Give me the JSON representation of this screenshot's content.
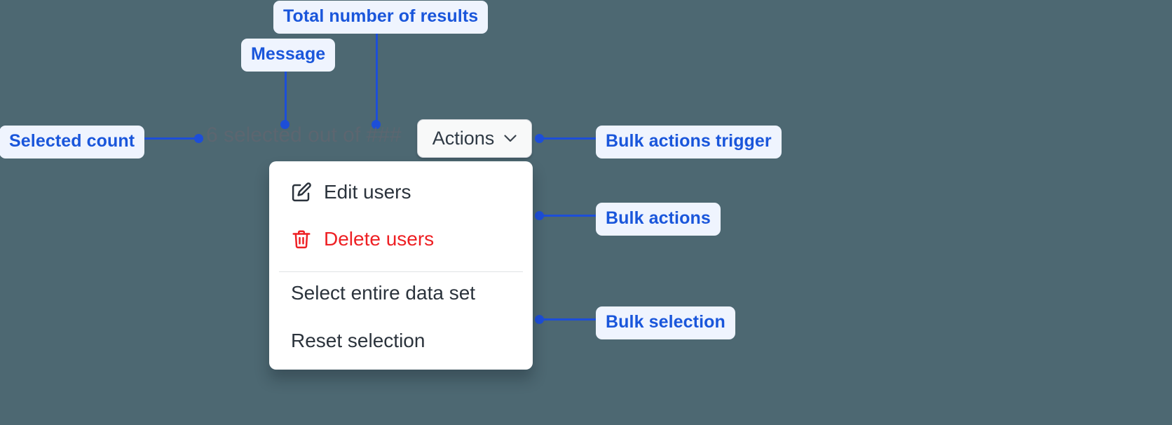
{
  "canvas": {
    "background_color": "#4d6872",
    "annotation_color": "#1d4ed8",
    "annotation_bg": "#eff4fe"
  },
  "status_bar": {
    "selected_count": "6",
    "message_text": "selected out of",
    "total_results": "###",
    "full_text": "6 selected out of ###"
  },
  "trigger": {
    "label": "Actions",
    "icon": "chevron-down-icon",
    "background_color": "#f8f9f9",
    "text_color": "#2f3a45"
  },
  "menu": {
    "actions_group": [
      {
        "label": "Edit users",
        "icon": "edit-pencil-icon",
        "color": "#2b333c"
      },
      {
        "label": "Delete users",
        "icon": "trash-icon",
        "color": "#ee2024"
      }
    ],
    "selection_group": [
      {
        "label": "Select entire data set",
        "icon": "none",
        "color": "#2b333c"
      },
      {
        "label": "Reset selection",
        "icon": "none",
        "color": "#2b333c"
      }
    ]
  },
  "annotations": [
    {
      "id": "total-results",
      "label": "Total number of results"
    },
    {
      "id": "message",
      "label": "Message"
    },
    {
      "id": "selected-count",
      "label": "Selected count"
    },
    {
      "id": "bulk-actions-trigger",
      "label": "Bulk actions trigger"
    },
    {
      "id": "bulk-actions",
      "label": "Bulk actions"
    },
    {
      "id": "bulk-selection",
      "label": "Bulk selection"
    }
  ]
}
